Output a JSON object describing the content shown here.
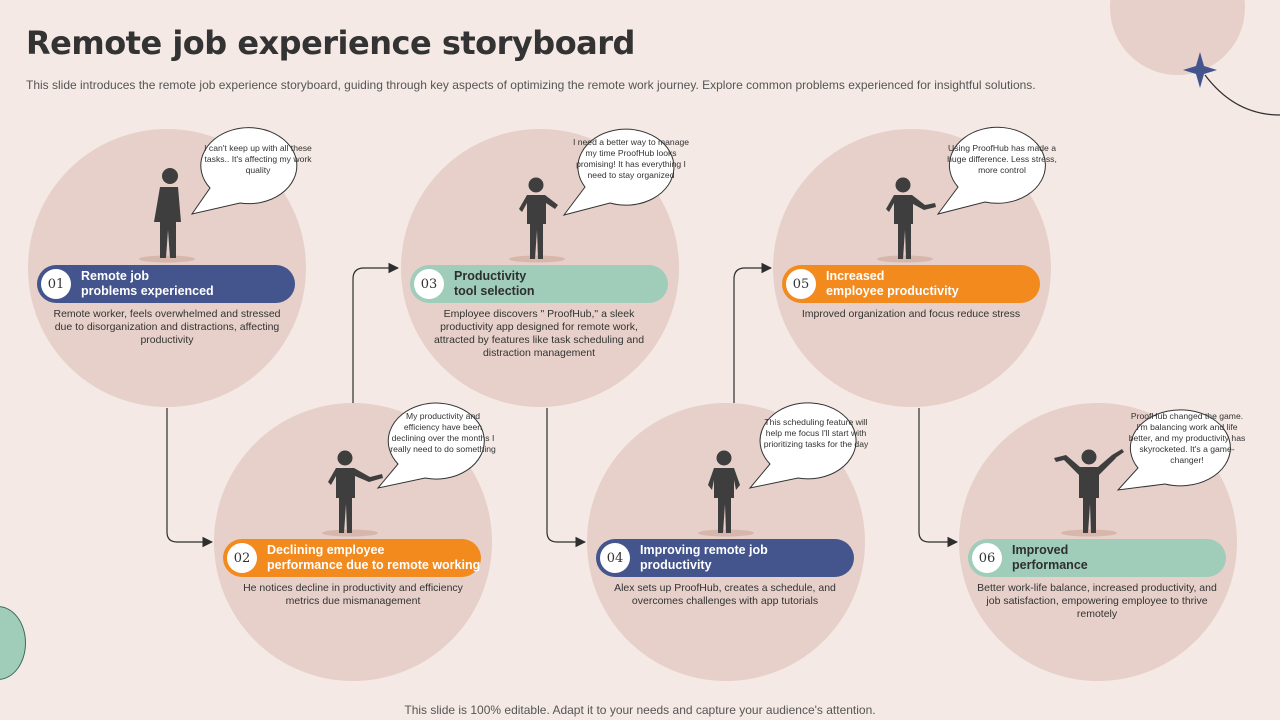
{
  "title": "Remote job experience storyboard",
  "subtitle": "This slide introduces the remote job experience storyboard, guiding through key aspects of optimizing the remote work journey. Explore common problems experienced for insightful solutions.",
  "footer": "This slide is 100% editable. Adapt it to your needs and capture your audience's attention.",
  "colors": {
    "navy": "#44548c",
    "orange": "#f28a1d",
    "mint": "#9fcdb9",
    "circle": "#e6d0c9",
    "background": "#f4e9e5"
  },
  "steps": [
    {
      "num": "01",
      "label": "Remote job\nproblems experienced",
      "desc": "Remote worker, feels overwhelmed and stressed due to disorganization and distractions, affecting productivity",
      "bubble": "I can't keep up with all these tasks.. It's affecting my work quality"
    },
    {
      "num": "02",
      "label": "Declining  employee\nperformance due to remote working",
      "desc": "He notices decline in productivity and efficiency metrics due mismanagement",
      "bubble": "My productivity and efficiency have been declining over the months I really need to do something"
    },
    {
      "num": "03",
      "label": "Productivity\ntool selection",
      "desc": "Employee discovers \" ProofHub,\" a sleek productivity app designed for remote work, attracted by features like task scheduling and distraction management",
      "bubble": "I need a better way to manage my time ProofHub looks promising! It has everything I need to stay organized"
    },
    {
      "num": "04",
      "label": "Improving remote job\nproductivity",
      "desc": "Alex sets up ProofHub, creates a schedule, and overcomes challenges with app tutorials",
      "bubble": "This scheduling feature will help me focus I'll start with prioritizing tasks for the day"
    },
    {
      "num": "05",
      "label": "Increased\nemployee productivity",
      "desc": "Improved organization and focus reduce stress",
      "bubble": "Using ProofHub has made a huge difference. Less stress, more control"
    },
    {
      "num": "06",
      "label": "Improved\nperformance",
      "desc": "Better work-life balance, increased productivity, and job satisfaction, empowering employee to thrive remotely",
      "bubble": "ProofHub changed the game. I'm balancing work and life better, and my productivity has skyrocketed. It's a game-changer!"
    }
  ]
}
